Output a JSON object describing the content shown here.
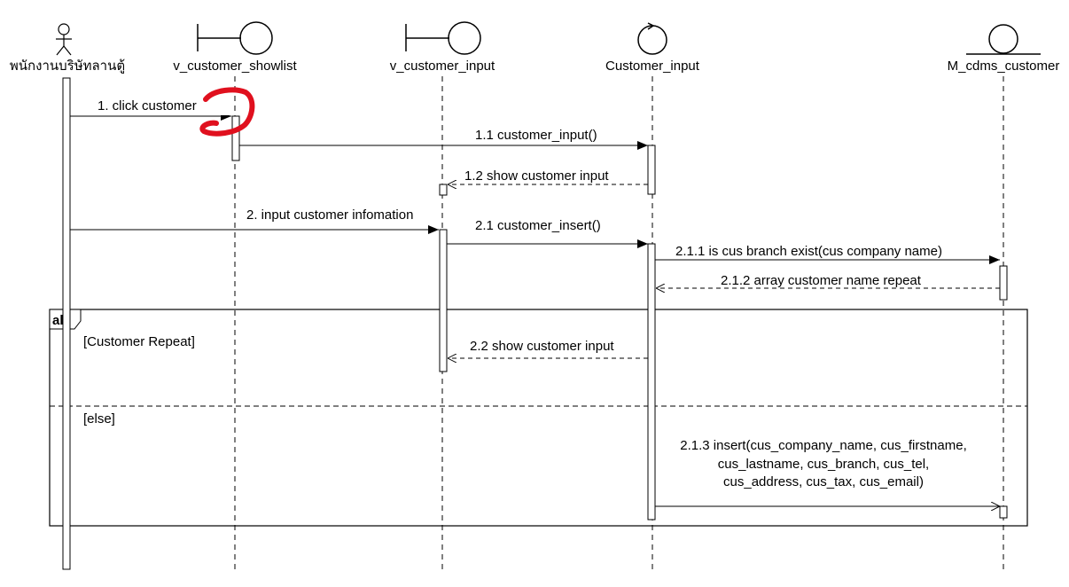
{
  "participants": {
    "actor": "พนักงานบริษัทลานตู้",
    "showlist": "v_customer_showlist",
    "input": "v_customer_input",
    "control": "Customer_input",
    "entity": "M_cdms_customer"
  },
  "messages": {
    "m1": "1. click customer",
    "m1_1": "1.1 customer_input()",
    "m1_2": "1.2 show customer input",
    "m2": "2. input customer infomation",
    "m2_1": "2.1 customer_insert()",
    "m2_1_1": "2.1.1 is cus branch exist(cus company name)",
    "m2_1_2": "2.1.2 array customer name repeat",
    "m2_2": "2.2 show customer input",
    "m2_1_3_line1": "2.1.3 insert(cus_company_name, cus_firstname,",
    "m2_1_3_line2": "cus_lastname, cus_branch, cus_tel,",
    "m2_1_3_line3": "cus_address, cus_tax, cus_email)"
  },
  "fragment": {
    "operator": "alt",
    "guard1": "[Customer Repeat]",
    "guard2": "[else]"
  },
  "colors": {
    "line": "#000000",
    "annotation": "#e0101e"
  }
}
